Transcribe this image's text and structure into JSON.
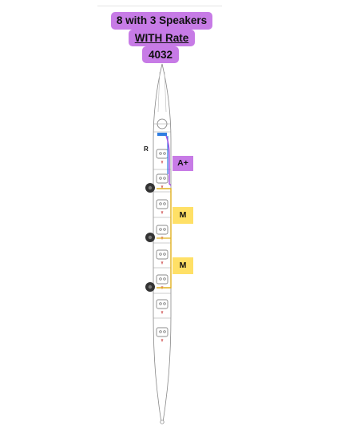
{
  "header": {
    "line1": "8 with 3 Speakers",
    "line2": "WITH Rate",
    "line3": "4032"
  },
  "labels": {
    "rate": "A+",
    "mic1": "M",
    "mic2": "M",
    "side": "R"
  },
  "seats": 8,
  "speakers": 3,
  "colors": {
    "title_bg": "#c77be6",
    "mic_bg": "#ffe066",
    "wire_purple": "#a64ce0",
    "wire_yellow": "#e0b020",
    "wire_blue": "#2f7de1",
    "speaker": "#333333"
  }
}
